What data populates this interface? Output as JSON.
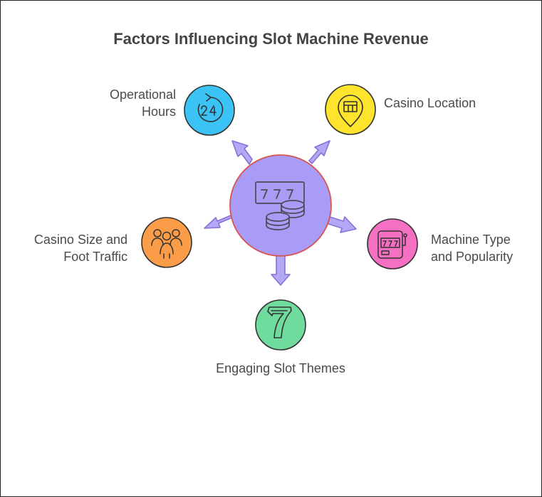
{
  "title": "Factors Influencing Slot Machine Revenue",
  "center": {
    "icon": "slot-777-coins-icon",
    "color": "#a99cf7"
  },
  "factors": [
    {
      "id": "operational-hours",
      "lines": [
        "Operational",
        "Hours"
      ],
      "icon": "24-hours-icon",
      "color": "#3cc3f5"
    },
    {
      "id": "casino-location",
      "lines": [
        "Casino Location"
      ],
      "icon": "location-pin-icon",
      "color": "#ffe42e"
    },
    {
      "id": "casino-size",
      "lines": [
        "Casino Size and",
        "Foot Traffic"
      ],
      "icon": "crowd-icon",
      "color": "#fb9d48"
    },
    {
      "id": "machine-type",
      "lines": [
        "Machine Type",
        "and Popularity"
      ],
      "icon": "slot-machine-icon",
      "color": "#f56fc3"
    },
    {
      "id": "slot-themes",
      "lines": [
        "Engaging Slot Themes"
      ],
      "icon": "lucky-seven-icon",
      "color": "#6fdb9c"
    }
  ]
}
